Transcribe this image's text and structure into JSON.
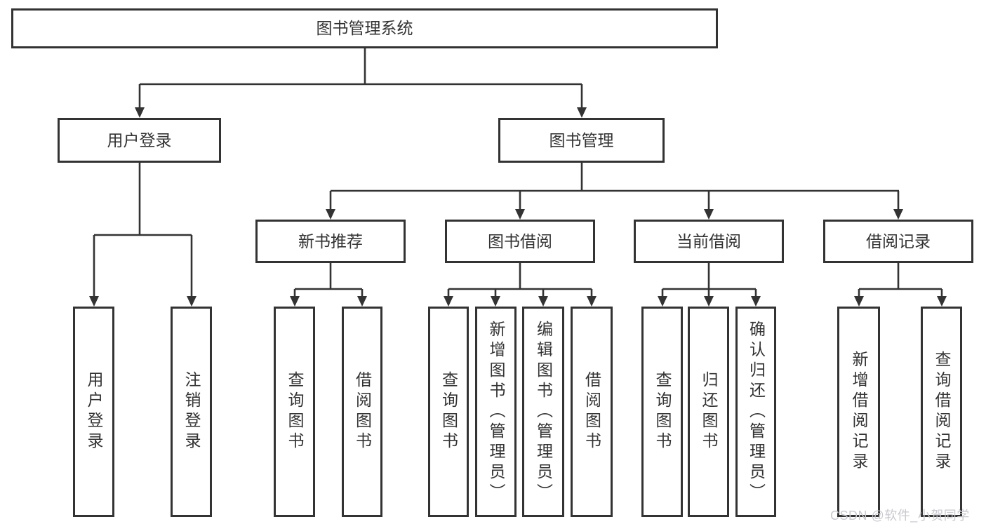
{
  "diagram": {
    "type": "tree",
    "title": "图书管理系统",
    "watermark": "CSDN @软件_小贺同学",
    "colors": {
      "line": "#333333",
      "box_border": "#333333",
      "text": "#333333",
      "background": "#ffffff",
      "watermark": "#c9c9cf"
    },
    "nodes": {
      "root": {
        "label": "图书管理系统"
      },
      "level2": [
        {
          "label": "用户登录",
          "parent": "图书管理系统"
        },
        {
          "label": "图书管理",
          "parent": "图书管理系统"
        }
      ],
      "level3": [
        {
          "label": "新书推荐",
          "parent": "图书管理"
        },
        {
          "label": "图书借阅",
          "parent": "图书管理"
        },
        {
          "label": "当前借阅",
          "parent": "图书管理"
        },
        {
          "label": "借阅记录",
          "parent": "图书管理"
        }
      ],
      "leaves": [
        {
          "label": "用户登录",
          "parent": "用户登录"
        },
        {
          "label": "注销登录",
          "parent": "用户登录"
        },
        {
          "label": "查询图书",
          "parent": "新书推荐"
        },
        {
          "label": "借阅图书",
          "parent": "新书推荐"
        },
        {
          "label": "查询图书",
          "parent": "图书借阅"
        },
        {
          "label": "新增图书（管理员）",
          "parent": "图书借阅"
        },
        {
          "label": "编辑图书（管理员）",
          "parent": "图书借阅"
        },
        {
          "label": "借阅图书",
          "parent": "图书借阅"
        },
        {
          "label": "查询图书",
          "parent": "当前借阅"
        },
        {
          "label": "归还图书",
          "parent": "当前借阅"
        },
        {
          "label": "确认归还（管理员）",
          "parent": "当前借阅"
        },
        {
          "label": "新增借阅记录",
          "parent": "借阅记录"
        },
        {
          "label": "查询借阅记录",
          "parent": "借阅记录"
        }
      ]
    }
  }
}
